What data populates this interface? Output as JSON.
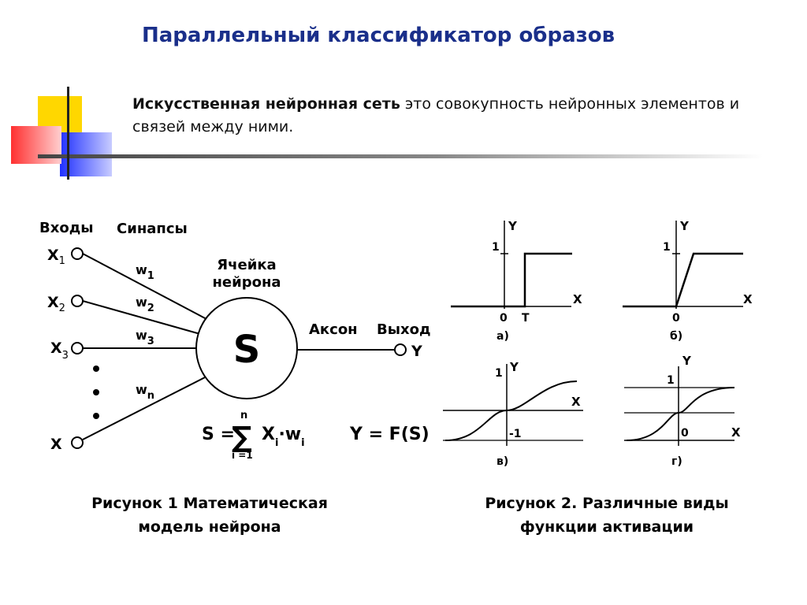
{
  "slide": {
    "title": "Параллельный классификатор образов",
    "intro_bold": "Искусственная нейронная сеть",
    "intro_rest": " это совокупность нейронных элементов и связей между ними."
  },
  "figure1": {
    "inputs_label": "Входы",
    "synapses_label": "Синапсы",
    "cell_label_line1": "Ячейка",
    "cell_label_line2": "нейрона",
    "soma_symbol": "S",
    "axon_label": "Аксон",
    "output_label": "Выход",
    "output_symbol": "Y",
    "inputs": [
      {
        "name": "X",
        "sub": "1"
      },
      {
        "name": "X",
        "sub": "2"
      },
      {
        "name": "X",
        "sub": "3"
      },
      {
        "name": "X",
        "sub": ""
      }
    ],
    "weights": [
      {
        "name": "w",
        "sub": "1"
      },
      {
        "name": "w",
        "sub": "2"
      },
      {
        "name": "w",
        "sub": "3"
      },
      {
        "name": "w",
        "sub": "n"
      }
    ],
    "formula_left": "S =",
    "formula_sum_top": "n",
    "formula_sum_bottom": "i =1",
    "formula_term_x": "X",
    "formula_term_xsub": "i",
    "formula_term_dot": "·",
    "formula_term_w": "w",
    "formula_term_wsub": "i",
    "formula_right": "Y = F(S)",
    "caption_line1": "Рисунок 1 Математическая",
    "caption_line2": "модель нейрона"
  },
  "figure2": {
    "caption_line1": "Рисунок 2. Различные виды",
    "caption_line2": "функции активации",
    "plots": [
      {
        "id": "a",
        "label": "а)",
        "y_label": "Y",
        "x_label": "X",
        "one_label": "1",
        "zero_label": "0",
        "t_label": "T"
      },
      {
        "id": "b",
        "label": "б)",
        "y_label": "Y",
        "x_label": "X",
        "one_label": "1",
        "zero_label": "0"
      },
      {
        "id": "v",
        "label": "в)",
        "y_label": "Y",
        "x_label": "X",
        "one_label": "1",
        "neg_label": "-1"
      },
      {
        "id": "g",
        "label": "г)",
        "y_label": "Y",
        "x_label": "X",
        "one_label": "1",
        "zero_label": "0"
      }
    ]
  }
}
